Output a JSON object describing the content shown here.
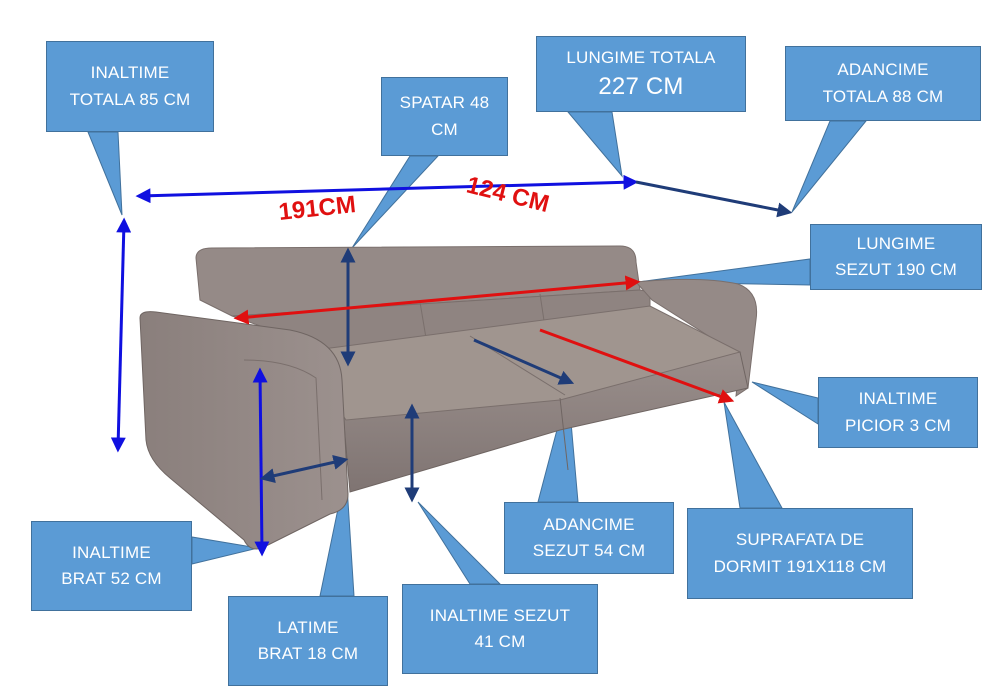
{
  "callouts": {
    "inaltime_totala": [
      "INALTIME",
      "TOTALA 85 CM"
    ],
    "spatar": [
      "SPATAR 48",
      "CM"
    ],
    "lungime_totala": [
      "LUNGIME TOTALA",
      "227 CM"
    ],
    "adancime_totala": [
      "ADANCIME",
      "TOTALA 88 CM"
    ],
    "lungime_sezut": [
      "LUNGIME",
      "SEZUT 190 CM"
    ],
    "inaltime_picior": [
      "INALTIME",
      "PICIOR 3 CM"
    ],
    "inaltime_brat": [
      "INALTIME",
      "BRAT 52 CM"
    ],
    "latime_brat": [
      "LATIME",
      "BRAT 18 CM"
    ],
    "inaltime_sezut": [
      "INALTIME SEZUT",
      "41 CM"
    ],
    "adancime_sezut": [
      "ADANCIME",
      "SEZUT 54 CM"
    ],
    "suprafata": [
      "SUPRAFATA DE",
      "DORMIT 191X118 CM"
    ]
  },
  "dimension_labels": {
    "width_top": "191CM",
    "depth_top": "124 CM"
  },
  "colors": {
    "callout_fill": "#5b9bd5",
    "callout_border": "#41719c",
    "arrow_blue": "#1010e0",
    "arrow_navy": "#1f3c78",
    "arrow_red": "#e01010",
    "label_red": "#e01010",
    "sofa": "#8d8280"
  }
}
